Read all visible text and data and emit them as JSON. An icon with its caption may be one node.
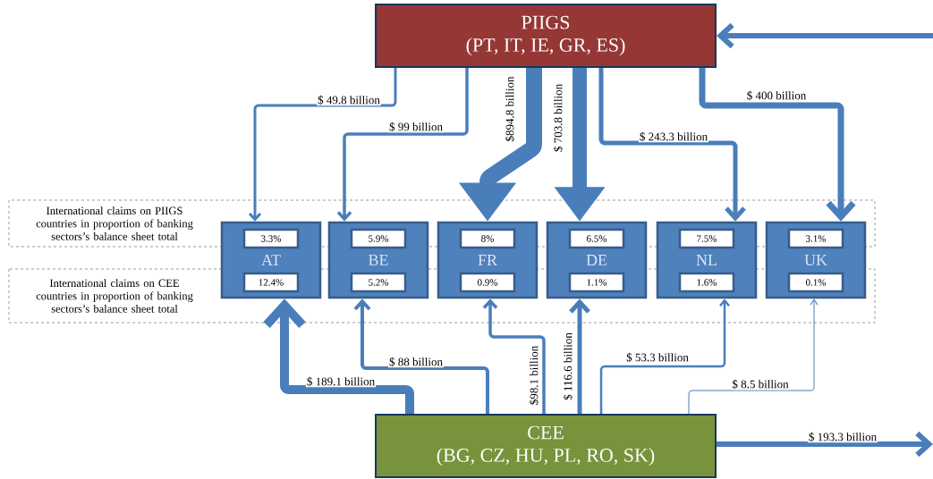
{
  "diagram": {
    "nodes": [
      {
        "text": [
          "PIIGS",
          "(PT, IT, IE, GR, ES)"
        ]
      },
      {
        "text": [
          "International claims on PIIGS countries in proportion of banking sectors’s balance sheet total"
        ]
      },
      {
        "text": [
          "International claims on CEE countries in proportion of banking sectors’s balance sheet total"
        ]
      },
      {
        "text": [
          "AT"
        ]
      },
      {
        "text": [
          "3.3%"
        ],
        "in": 3
      },
      {
        "text": [
          "12.4%"
        ],
        "in": 3
      },
      {
        "text": [
          "BE"
        ]
      },
      {
        "text": [
          "5.9%"
        ],
        "in": 6
      },
      {
        "text": [
          "5.2%"
        ],
        "in": 6
      },
      {
        "text": [
          "FR"
        ]
      },
      {
        "text": [
          "8%"
        ],
        "in": 9
      },
      {
        "text": [
          "0.9%"
        ],
        "in": 9
      },
      {
        "text": [
          "DE"
        ]
      },
      {
        "text": [
          "6.5%"
        ],
        "in": 12
      },
      {
        "text": [
          "1.1%"
        ],
        "in": 12
      },
      {
        "text": [
          "NL"
        ]
      },
      {
        "text": [
          "7.5%"
        ],
        "in": 15
      },
      {
        "text": [
          "1.6%"
        ],
        "in": 15
      },
      {
        "text": [
          "UK"
        ]
      },
      {
        "text": [
          "3.1%"
        ],
        "in": 18
      },
      {
        "text": [
          "0.1%"
        ],
        "in": 18
      },
      {
        "text": [
          "CEE",
          "(BG, CZ, HU, PL, RO, SK)"
        ]
      }
    ],
    "edges": [
      {
        "from": 0,
        "to": 3,
        "arrow": "to",
        "label": "$ 49.8 billion"
      },
      {
        "from": 0,
        "to": 6,
        "arrow": "to",
        "label": "$ 99 billion"
      },
      {
        "from": 0,
        "to": 9,
        "arrow": "to",
        "label": "$894.8 billion",
        "style": "thick"
      },
      {
        "from": 0,
        "to": 12,
        "arrow": "to",
        "label": "$ 703.8 billion",
        "style": "thick"
      },
      {
        "from": 0,
        "to": 15,
        "arrow": "to",
        "label": "$ 243.3 billion"
      },
      {
        "from": 0,
        "to": 18,
        "arrow": "to",
        "label": "$ 400 billion"
      },
      {
        "from": null,
        "to": 0,
        "arrow": "to"
      },
      {
        "from": 21,
        "to": 3,
        "arrow": "to",
        "label": "$ 189.1 billion",
        "style": "thick"
      },
      {
        "from": 21,
        "to": 6,
        "arrow": "to",
        "label": "$ 88 billion"
      },
      {
        "from": 21,
        "to": 9,
        "arrow": "to",
        "label": "$98.1 billion"
      },
      {
        "from": 21,
        "to": 12,
        "arrow": "to",
        "label": "$ 116.6 billion"
      },
      {
        "from": 21,
        "to": 15,
        "arrow": "to",
        "label": "$ 53.3 billion"
      },
      {
        "from": 21,
        "to": 18,
        "arrow": "to",
        "label": "$ 8.5 billion"
      },
      {
        "from": 21,
        "to": null,
        "arrow": "to",
        "label": "$ 193.3 billion"
      }
    ]
  }
}
